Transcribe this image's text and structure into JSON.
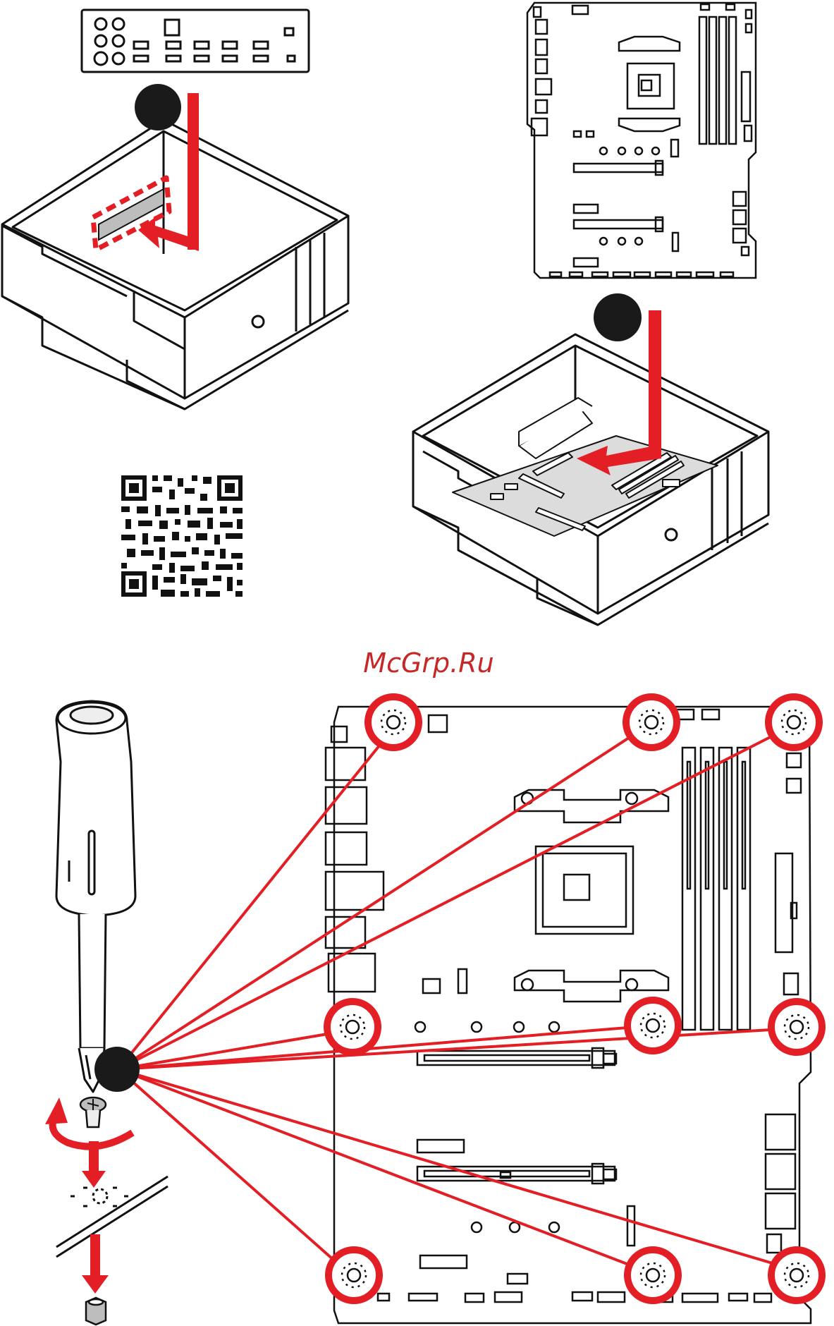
{
  "watermark": {
    "text": "McGrp.Ru"
  },
  "colors": {
    "accent_red": "#e31e24",
    "step_marker": "#1a1a1a",
    "line": "#111111",
    "io_shield_fill": "#bdbdbd",
    "board_fill": "#dcdcdc",
    "watermark": "#c62828"
  },
  "icons": {
    "step1": "step-marker-circle",
    "step2": "step-marker-circle",
    "step3": "step-marker-circle",
    "qr": "qr-code",
    "tool": "screwdriver-icon",
    "rotation": "rotate-clockwise-arrow-icon"
  }
}
